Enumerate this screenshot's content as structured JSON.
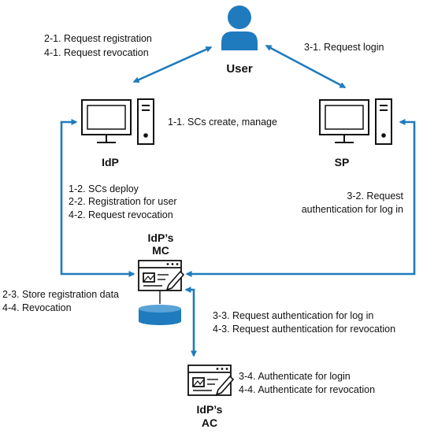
{
  "nodes": {
    "user": "User",
    "idp": "IdP",
    "sp": "SP",
    "idp_mc": [
      "IdP’s",
      "MC"
    ],
    "idp_ac": [
      "IdP’s",
      "AC"
    ]
  },
  "edges": {
    "user_idp": [
      "2-1. Request registration",
      "4-1. Request revocation"
    ],
    "user_sp": [
      "3-1. Request login"
    ],
    "idp_self": [
      "1-1. SCs create, manage"
    ],
    "idp_mc": [
      "1-2. SCs deploy",
      "2-2. Registration for user",
      "4-2. Request revocation"
    ],
    "sp_mc": [
      "3-2. Request",
      "authentication for log in"
    ],
    "mc_db": [
      "2-3. Store registration data",
      "4-4. Revocation"
    ],
    "mc_ac": [
      "3-3. Request authentication for log in",
      "4-3. Request authentication for revocation"
    ],
    "ac_self": [
      "3-4. Authenticate for login",
      "4-4. Authenticate for revocation"
    ]
  },
  "colors": {
    "arrow": "#1f7bbd",
    "user_icon": "#1f7bbd",
    "outline": "#111111",
    "database": "#1f7bbd"
  }
}
